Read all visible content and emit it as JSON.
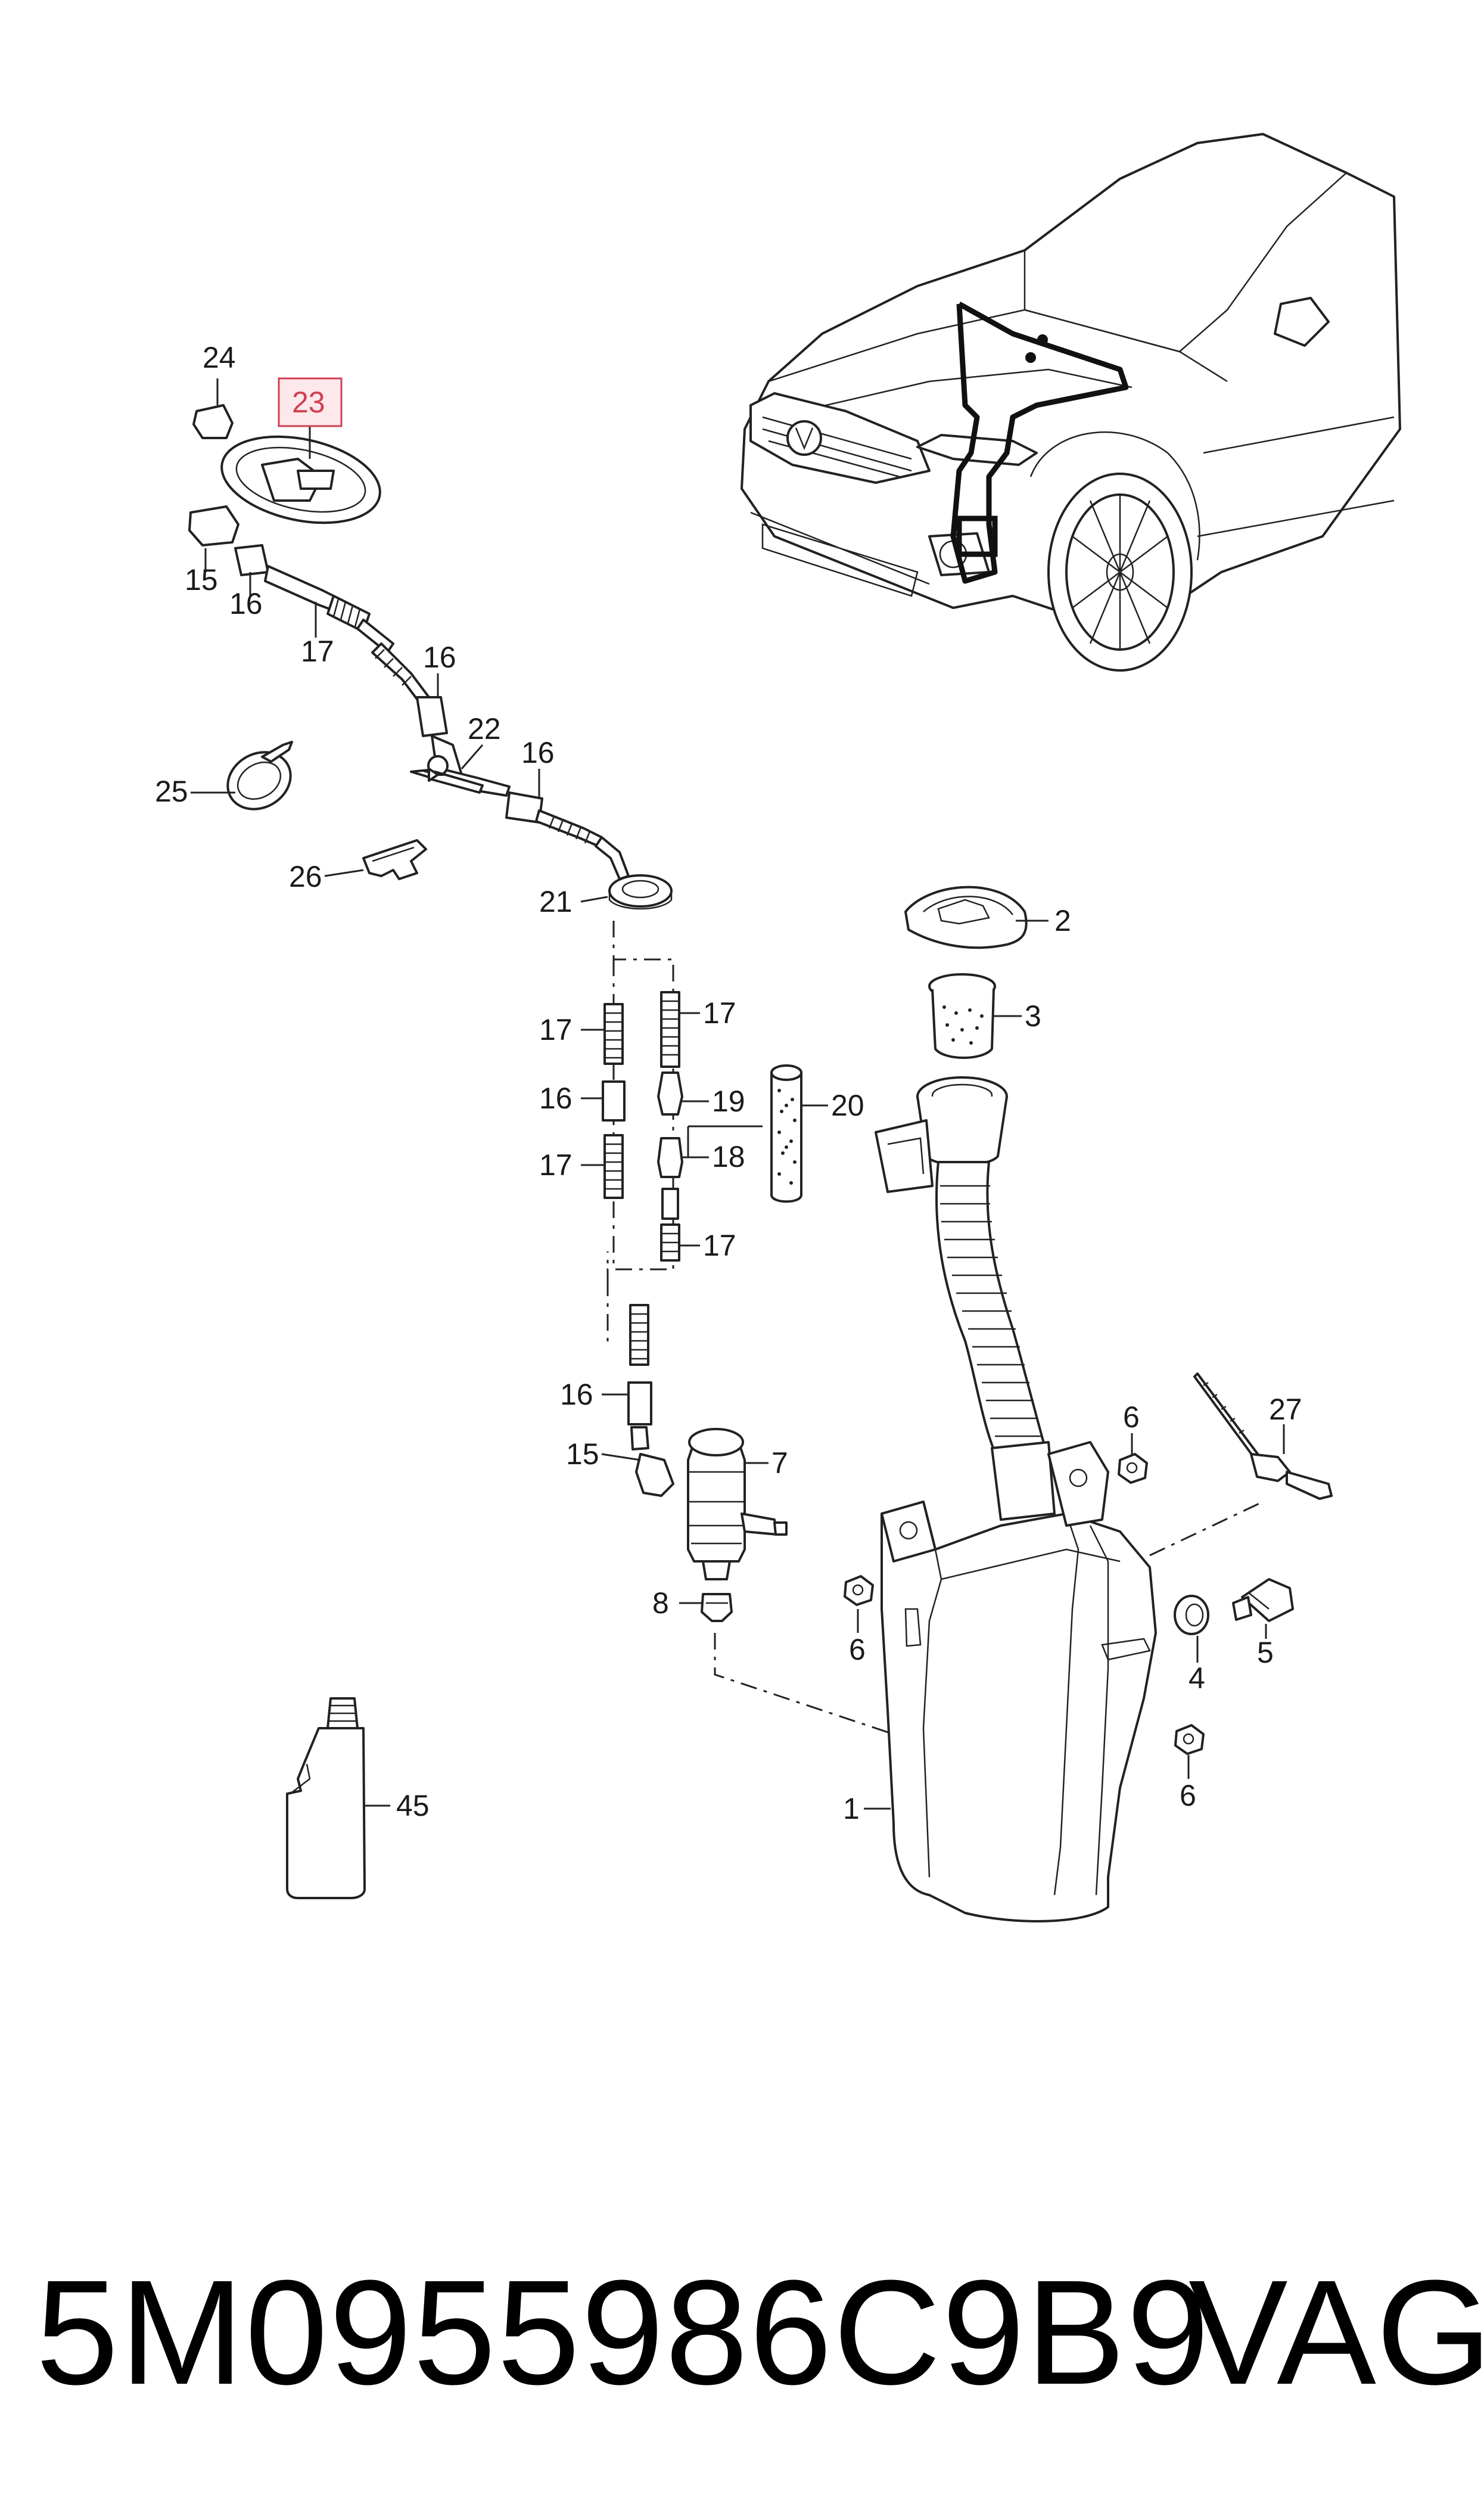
{
  "callouts": [
    {
      "id": "c24",
      "text": "24"
    },
    {
      "id": "c23",
      "text": "23"
    },
    {
      "id": "c15a",
      "text": "15"
    },
    {
      "id": "c16a",
      "text": "16"
    },
    {
      "id": "c17a",
      "text": "17"
    },
    {
      "id": "c16b",
      "text": "16"
    },
    {
      "id": "c22",
      "text": "22"
    },
    {
      "id": "c16c",
      "text": "16"
    },
    {
      "id": "c25",
      "text": "25"
    },
    {
      "id": "c26",
      "text": "26"
    },
    {
      "id": "c21",
      "text": "21"
    },
    {
      "id": "c17b",
      "text": "17"
    },
    {
      "id": "c17c",
      "text": "17"
    },
    {
      "id": "c16d",
      "text": "16"
    },
    {
      "id": "c19",
      "text": "19"
    },
    {
      "id": "c20",
      "text": "20"
    },
    {
      "id": "c18",
      "text": "18"
    },
    {
      "id": "c17d",
      "text": "17"
    },
    {
      "id": "c17e",
      "text": "17"
    },
    {
      "id": "c2",
      "text": "2"
    },
    {
      "id": "c3",
      "text": "3"
    },
    {
      "id": "c16e",
      "text": "16"
    },
    {
      "id": "c15b",
      "text": "15"
    },
    {
      "id": "c7",
      "text": "7"
    },
    {
      "id": "c8",
      "text": "8"
    },
    {
      "id": "c6a",
      "text": "6"
    },
    {
      "id": "c27",
      "text": "27"
    },
    {
      "id": "c6b",
      "text": "6"
    },
    {
      "id": "c5",
      "text": "5"
    },
    {
      "id": "c4",
      "text": "4"
    },
    {
      "id": "c6c",
      "text": "6"
    },
    {
      "id": "c1",
      "text": "1"
    },
    {
      "id": "c45",
      "text": "45"
    }
  ],
  "highlight_color": "#d04050",
  "highlight_fill": "#fde8ec",
  "footer": {
    "part_number": "5M0955986C9B9",
    "brand": "VAG"
  }
}
